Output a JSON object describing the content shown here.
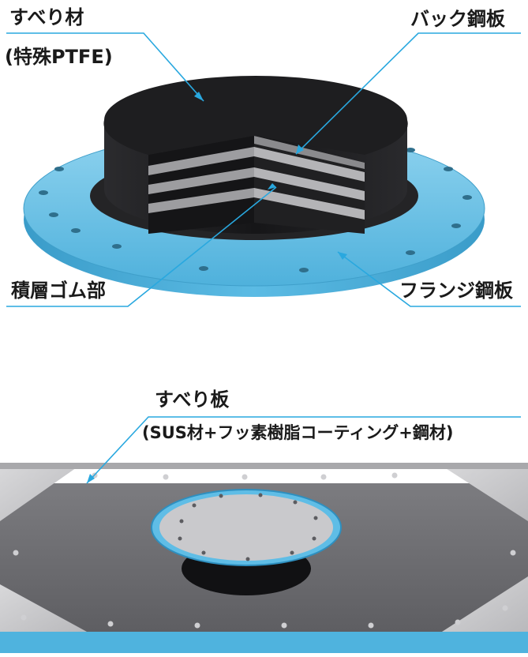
{
  "labels": {
    "slide_material": "すべり材",
    "slide_material_sub": "(特殊PTFE)",
    "back_plate": "バック鋼板",
    "laminated_rubber": "積層ゴム部",
    "flange_plate": "フランジ鋼板",
    "slide_plate": "すべり板",
    "slide_plate_sub": "(SUS材+フッ素樹脂コーティング+鋼材)"
  },
  "colors": {
    "leader_line": "#29a8df",
    "flange_blue": "#6ec6e8",
    "rubber_black": "#1c1c1e",
    "steel_gray": "#9a9a9c",
    "plate_gray": "#6f6f72"
  }
}
